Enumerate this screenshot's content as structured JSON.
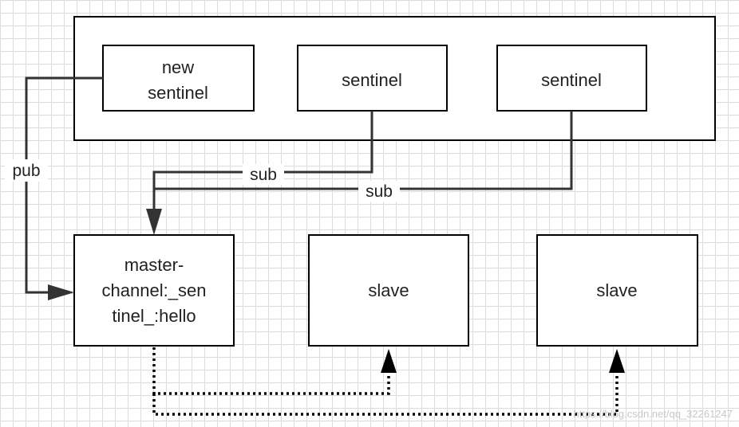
{
  "nodes": {
    "new_sentinel": [
      "new",
      "sentinel"
    ],
    "sentinel_1": "sentinel",
    "sentinel_2": "sentinel",
    "channel": [
      "master-",
      "channel:_sen",
      "tinel_:hello"
    ],
    "slave_1": "slave",
    "slave_2": "slave"
  },
  "edges": {
    "pub": "pub",
    "sub_1": "sub",
    "sub_2": "sub"
  },
  "watermark": "https://blog.csdn.net/qq_32261247"
}
